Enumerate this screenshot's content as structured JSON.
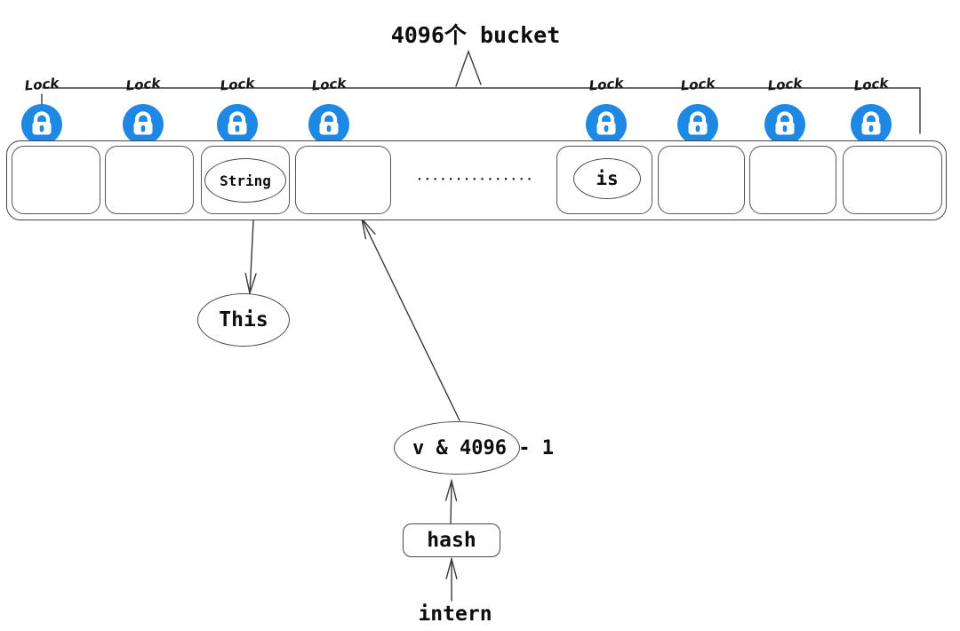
{
  "title": "4096个 bucket",
  "lock": {
    "label": "Lock",
    "count": 8,
    "color": "#1E88E5"
  },
  "buckets": {
    "items": [
      {
        "label": ""
      },
      {
        "label": ""
      },
      {
        "label": "String"
      },
      {
        "label": ""
      },
      {
        "label": "is"
      },
      {
        "label": ""
      },
      {
        "label": ""
      },
      {
        "label": ""
      }
    ],
    "ellipsis": "···············"
  },
  "flow": {
    "string_value": "This",
    "index_expr": "v & 4096 - 1",
    "hash_label": "hash",
    "input_label": "intern"
  }
}
